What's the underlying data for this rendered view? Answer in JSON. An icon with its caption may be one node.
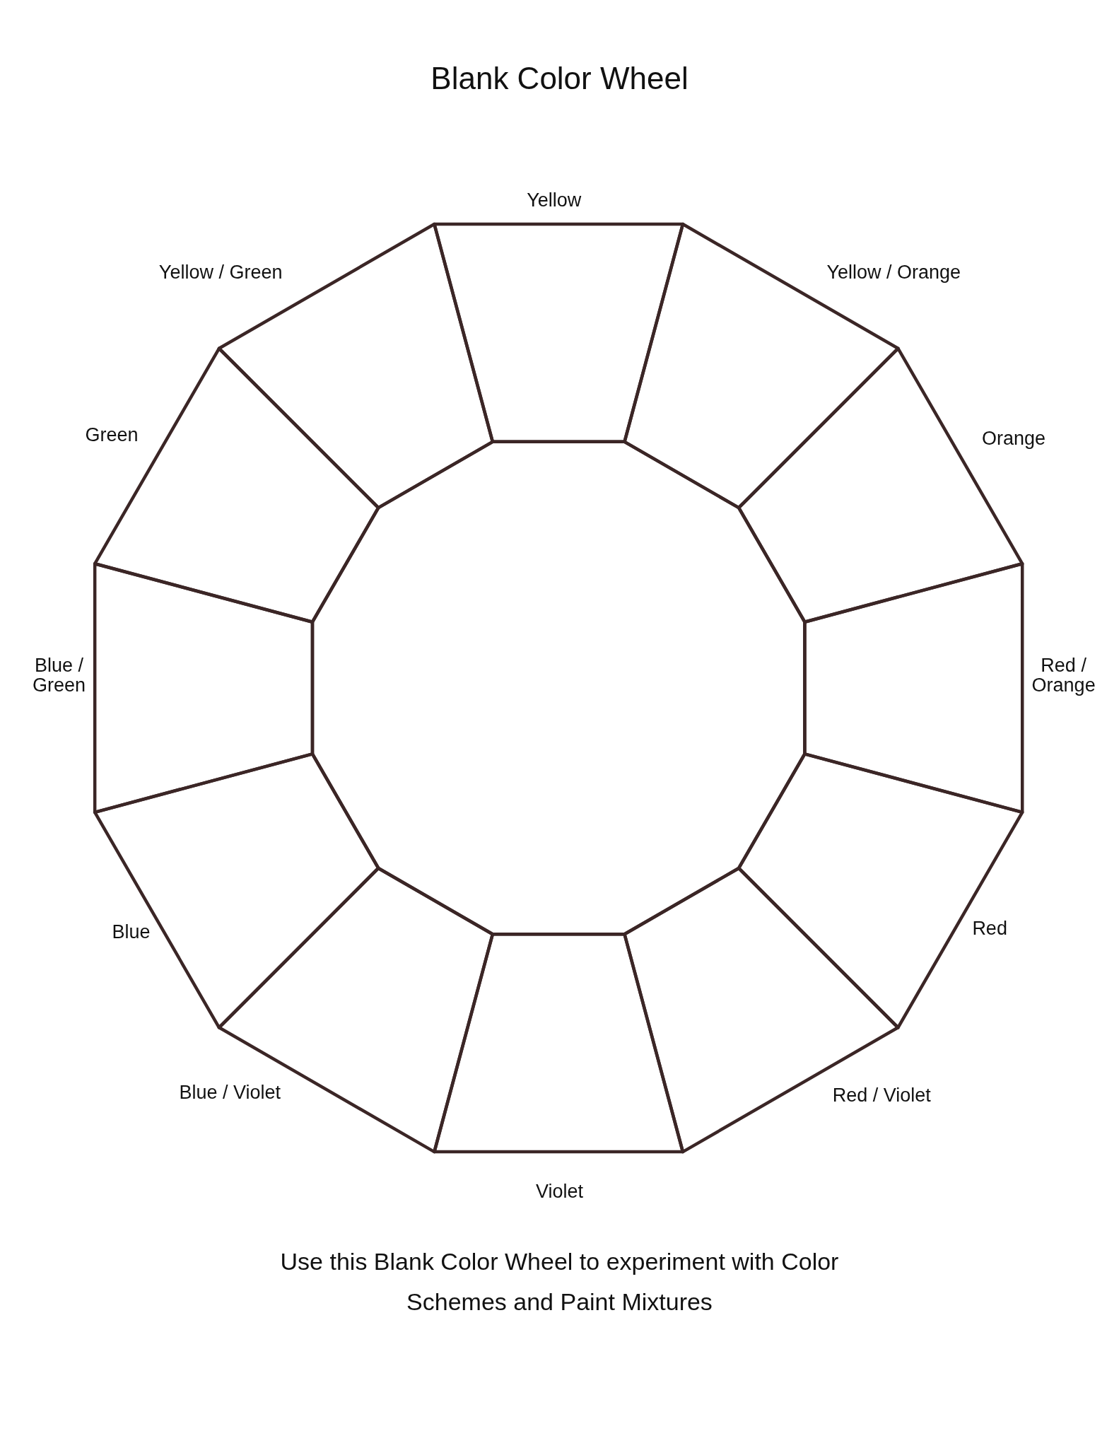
{
  "diagram": {
    "title": "Blank Color Wheel",
    "caption": "Use this Blank Color Wheel to experiment with Color Schemes and Paint Mixtures",
    "nodes": [
      {
        "text": [],
        "shape": "trapezoid",
        "beside": [
          "Yellow"
        ]
      },
      {
        "text": [],
        "shape": "trapezoid",
        "beside": [
          "Yellow / Orange"
        ]
      },
      {
        "text": [],
        "shape": "trapezoid",
        "beside": [
          "Orange"
        ]
      },
      {
        "text": [],
        "shape": "trapezoid",
        "beside": [
          "Red / Orange"
        ]
      },
      {
        "text": [],
        "shape": "trapezoid",
        "beside": [
          "Red"
        ]
      },
      {
        "text": [],
        "shape": "trapezoid",
        "beside": [
          "Red / Violet"
        ]
      },
      {
        "text": [],
        "shape": "trapezoid",
        "beside": [
          "Violet"
        ]
      },
      {
        "text": [],
        "shape": "trapezoid",
        "beside": [
          "Blue / Violet"
        ]
      },
      {
        "text": [],
        "shape": "trapezoid",
        "beside": [
          "Blue"
        ]
      },
      {
        "text": [],
        "shape": "trapezoid",
        "beside": [
          "Blue / Green"
        ]
      },
      {
        "text": [],
        "shape": "trapezoid",
        "beside": [
          "Green"
        ]
      },
      {
        "text": [],
        "shape": "trapezoid",
        "beside": [
          "Yellow / Green"
        ]
      },
      {
        "text": [],
        "shape": "dodecagon"
      }
    ]
  }
}
